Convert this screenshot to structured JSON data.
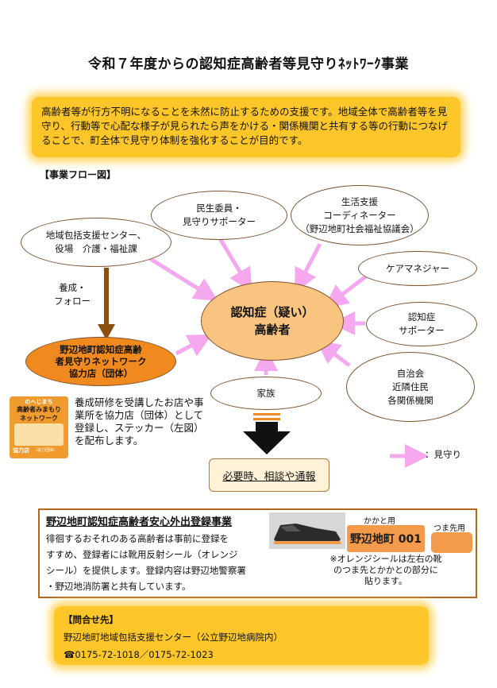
{
  "title": "令和７年度からの認知症高齢者等見守りﾈｯﾄﾜｰｸ事業",
  "intro": "高齢者等が行方不明になることを未然に防止するための支援です。地域全体で高齢者等を見守り、行動等で心配な様子が見られたら声をかける・関係機関と共有する等の行動につなげることで、町全体で見守り体制を強化することが目的です。",
  "flow_label": "【事業フロー図】",
  "nodes": {
    "center": [
      "認知症（疑い）",
      "高齢者"
    ],
    "minsei": [
      "民生委員・",
      "見守りサポーター"
    ],
    "seikatsu": [
      "生活支援",
      "コーディネーター",
      "（野辺地町社会福祉協議会）"
    ],
    "chiiki": [
      "地域包括支援センター、",
      "役場　介護・福祉課"
    ],
    "care": [
      "ケアマネジャー"
    ],
    "supporter": [
      "認知症",
      "サポーター"
    ],
    "jichi": [
      "自治会",
      "近隣住民",
      "各関係機関"
    ],
    "kazoku": [
      "家族"
    ],
    "coop": [
      "野辺地町認知症高齢",
      "者見守りネットワーク",
      "協力店（団体）"
    ]
  },
  "yousei": [
    "養成・",
    "フォロー"
  ],
  "badge": {
    "top": "のへじまち",
    "title": [
      "高齢者みまもり",
      "ネットワーク"
    ],
    "bottom": "協力店",
    "sub": "（協力団体）"
  },
  "coop_text": "養成研修を受講したお店や事業所を協力店（団体）として登録し、ステッカー（左図）を配布します。",
  "legend": "：見守り",
  "consult": "必要時、相談や通報",
  "registration": {
    "title": "野辺地町認知症高齢者安心外出登録事業",
    "body": [
      "徘徊するおそれのある高齢者は事前に登録を",
      "すすめ、登録者には靴用反射シール（オレンジ",
      "シール）を提供します。登録内容は野辺地警察署",
      "・野辺地消防署と共有しています。"
    ],
    "kakato_label": "かかと用",
    "tsuma_label": "つま先用",
    "sticker_text": "野辺地町 001",
    "note": [
      "※オレンジシールは左右の靴",
      "のつま先とかかとの部分に",
      "貼ります。"
    ]
  },
  "contact": {
    "head": "【問合せ先】",
    "org": "野辺地町地域包括支援センター（公立野辺地病院内）",
    "tel": "☎0175-72-1018／0175-72-1023"
  },
  "colors": {
    "highlight": "#ffc629",
    "center_fill": "#f9c47f",
    "coop_fill": "#f18a1e",
    "arrow_pink": "#f5a8ee",
    "arrow_brown": "#8a4f0f"
  }
}
